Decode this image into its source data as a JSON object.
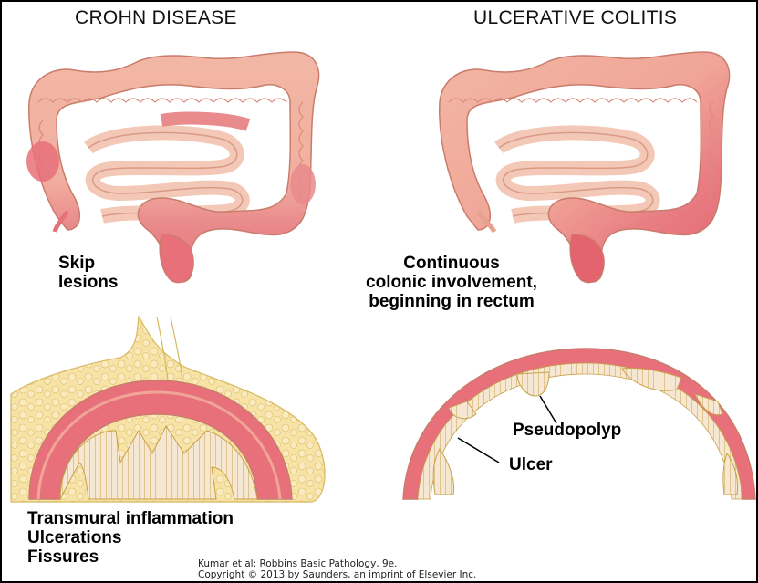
{
  "panels": {
    "crohn": {
      "title": "CROHN DISEASE",
      "gross_label": [
        "Skip",
        "lesions"
      ],
      "section_label": [
        "Transmural inflammation",
        "Ulcerations",
        "Fissures"
      ]
    },
    "colitis": {
      "title": "ULCERATIVE COLITIS",
      "gross_label": [
        "Continuous",
        "colonic involvement,",
        "beginning in rectum"
      ],
      "pseudopolyp_label": "Pseudopolyp",
      "ulcer_label": "Ulcer"
    }
  },
  "credit": [
    "Kumar et al: Robbins Basic Pathology, 9e.",
    "Copyright © 2013  by Saunders, an imprint of Elsevier Inc."
  ],
  "colors": {
    "normal_bowel": "#f2b7a4",
    "inflamed_bowel": "#e8707a",
    "small_bowel": "#f4c8b6",
    "mesenteric_fat": "#f7e3a6",
    "mucosa_edge": "#c9a24a"
  }
}
